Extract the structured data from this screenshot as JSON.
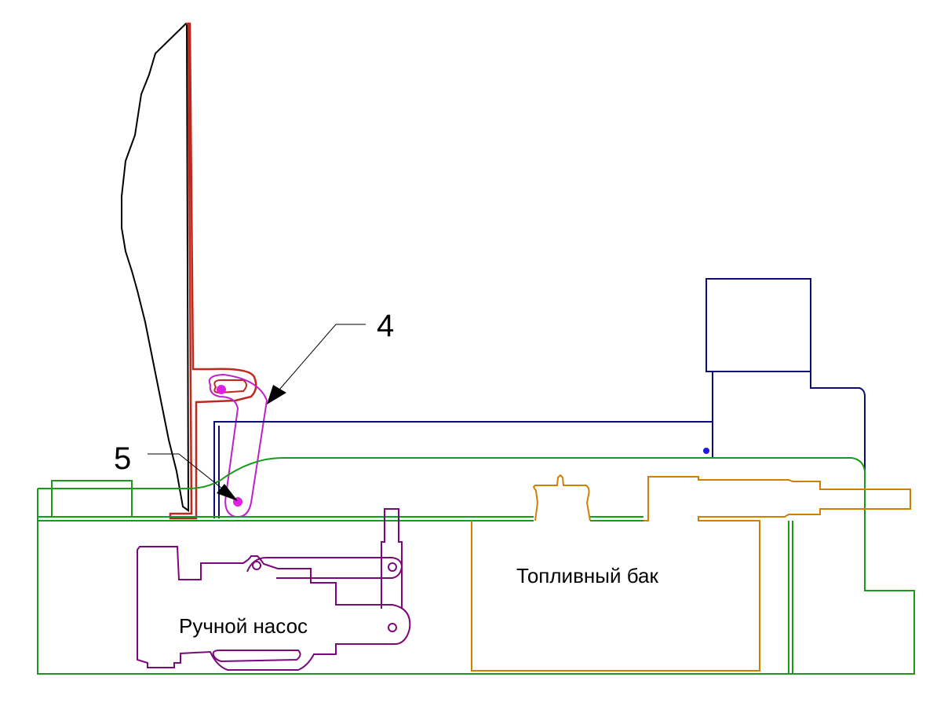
{
  "diagram": {
    "title": "",
    "colors": {
      "body": "#1a9a1a",
      "frame": "#0d0d7a",
      "seat_back": "#c0281e",
      "lever": "#c020c8",
      "pump": "#7a0a7a",
      "tank": "#d08000",
      "outline": "#000000"
    },
    "callouts": [
      {
        "number": "4",
        "target": "lever"
      },
      {
        "number": "5",
        "target": "lever-pivot"
      }
    ],
    "parts": {
      "pump_label": "Ручной насос",
      "tank_label": "Топливный бак"
    }
  }
}
